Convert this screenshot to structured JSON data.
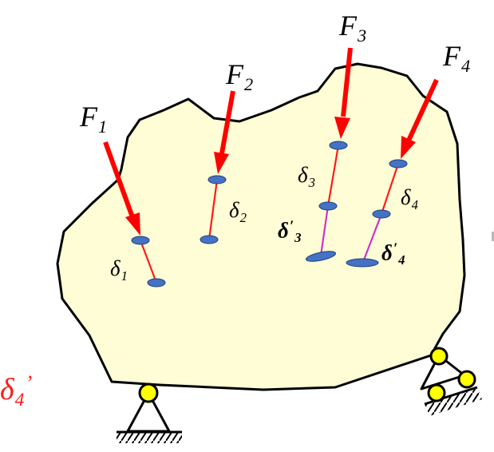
{
  "labels": {
    "F1": {
      "main": "F",
      "sub": "1"
    },
    "F2": {
      "main": "F",
      "sub": "2"
    },
    "F3": {
      "main": "F",
      "sub": "3"
    },
    "F4": {
      "main": "F",
      "sub": "4"
    },
    "d1": {
      "main": "δ",
      "sub": "1"
    },
    "d2": {
      "main": "δ",
      "sub": "2"
    },
    "d3": {
      "main": "δ",
      "sub": "3"
    },
    "d4": {
      "main": "δ",
      "sub": "4"
    },
    "d3p": {
      "main": "δ",
      "sup": "′",
      "sub": "3"
    },
    "d4p": {
      "main": "δ",
      "sup": "′",
      "sub": "4"
    },
    "d4p_red": {
      "main": "δ",
      "sub": "4",
      "sup": "’"
    }
  },
  "colors": {
    "body_fill": "#fefdd6",
    "outline": "#000000",
    "force": "#ff0000",
    "displacement": "#ff1a1a",
    "virtual_displacement": "#cc33cc",
    "node": "#4472c4",
    "pin": "#ffff00",
    "red_label": "#ff1a1a"
  }
}
